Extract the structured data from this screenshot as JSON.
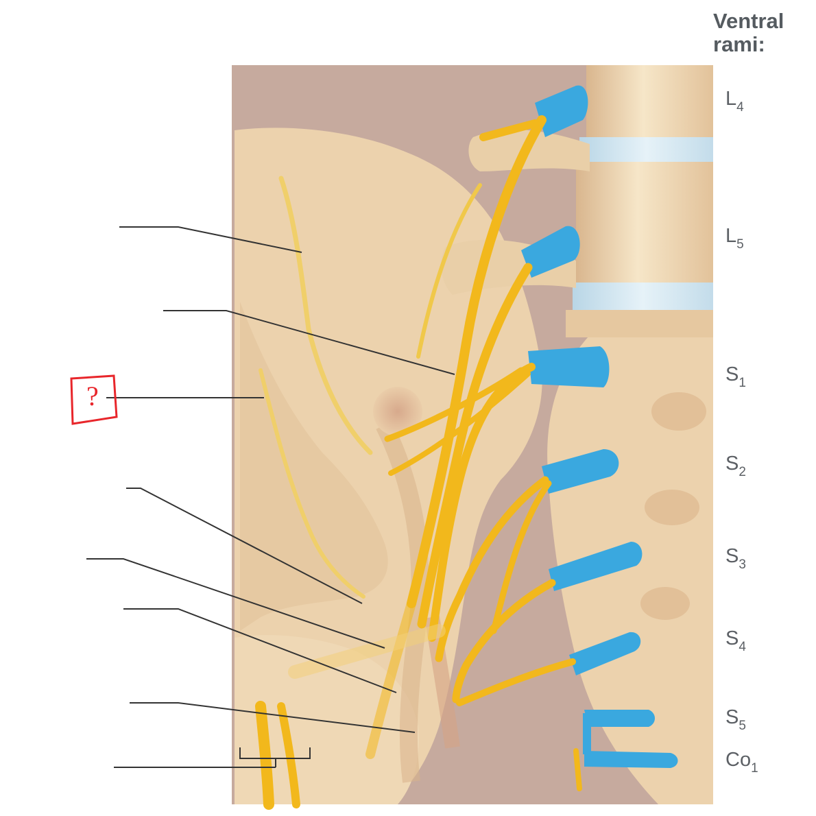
{
  "heading": "Ventral rami:",
  "rami": [
    {
      "letter": "L",
      "sub": "4"
    },
    {
      "letter": "L",
      "sub": "5"
    },
    {
      "letter": "S",
      "sub": "1"
    },
    {
      "letter": "S",
      "sub": "2"
    },
    {
      "letter": "S",
      "sub": "3"
    },
    {
      "letter": "S",
      "sub": "4"
    },
    {
      "letter": "S",
      "sub": "5"
    },
    {
      "letter": "Co",
      "sub": "1"
    }
  ],
  "annotation": {
    "mark": "?",
    "color": "#e8262b"
  },
  "colors": {
    "background": "#c6aa9e",
    "bone": "#edd3ae",
    "bone_light": "#f6e6c8",
    "bone_shadow": "#d9b68e",
    "nerve": "#f2b81c",
    "nerve_dark": "#d99a0c",
    "cartilage": "#3aa8df",
    "leader": "#333333"
  }
}
